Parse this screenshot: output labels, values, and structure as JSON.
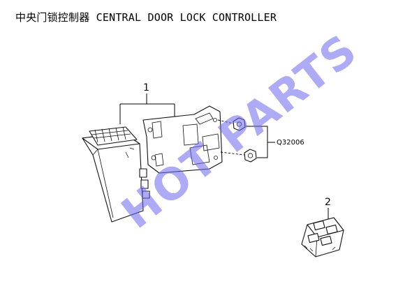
{
  "header": {
    "title": "中央门锁控制器 CENTRAL DOOR LOCK CONTROLLER"
  },
  "callouts": {
    "part_1": "1",
    "part_2": "2",
    "ref_code": "Q32006"
  },
  "watermark": {
    "text": "HOT PARTS",
    "color": "#6b66f0"
  }
}
